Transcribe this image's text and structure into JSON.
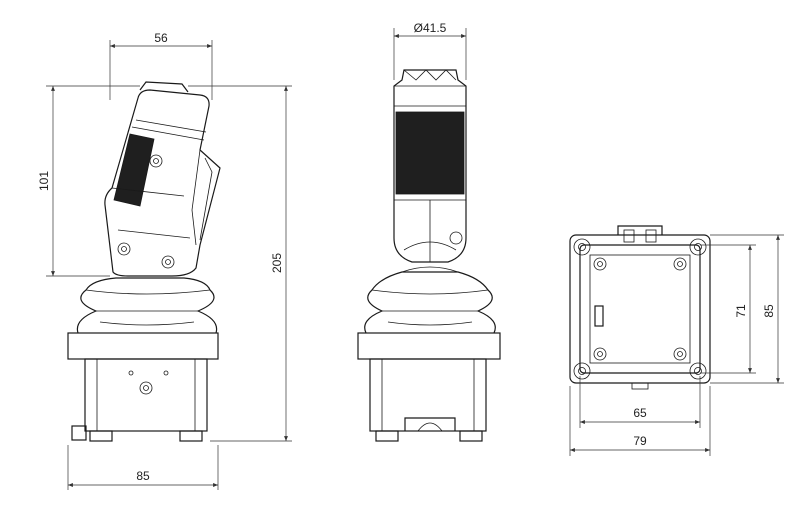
{
  "dimensions": {
    "side_grip_width": "56",
    "side_grip_height": "101",
    "total_height": "205",
    "side_base_width": "85",
    "front_grip_diameter": "Ø41.5",
    "top_mount_height": "71",
    "top_base_height": "85",
    "top_mount_width": "65",
    "top_base_width": "79"
  },
  "colors": {
    "line": "#1a1a1a",
    "grip": "#1f1f1f",
    "background": "#ffffff"
  }
}
